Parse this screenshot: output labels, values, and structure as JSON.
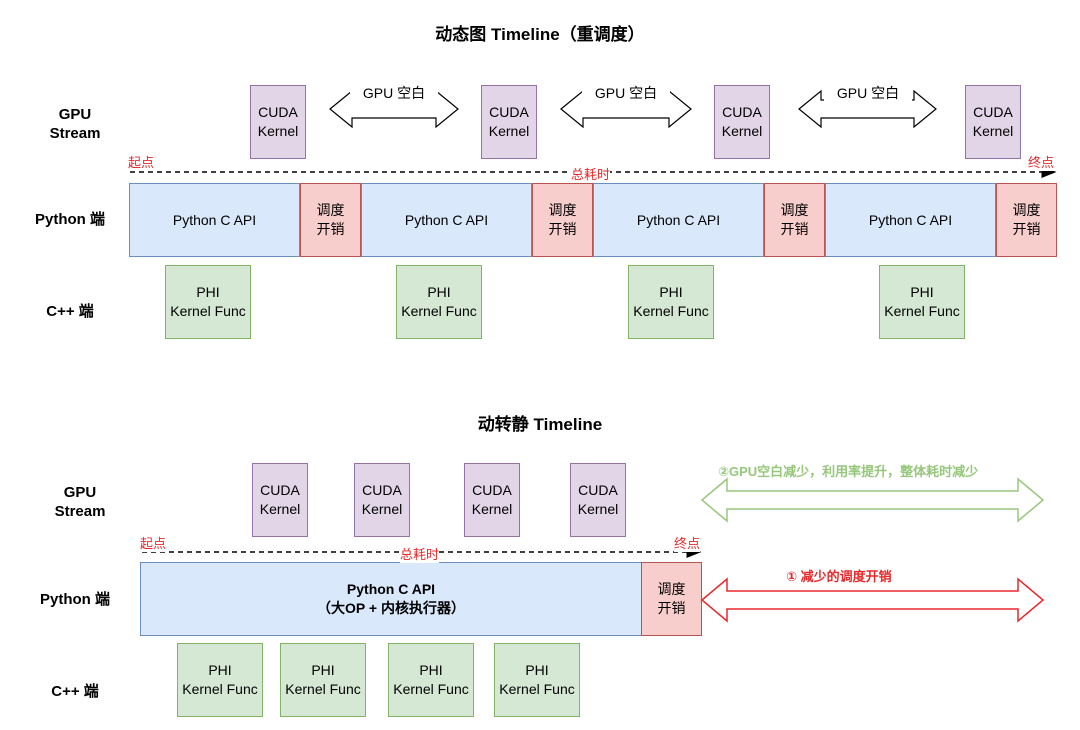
{
  "top": {
    "title": "动态图 Timeline（重调度）",
    "labels": {
      "gpu": "GPU\nStream",
      "python": "Python 端",
      "cpp": "C++ 端"
    },
    "cuda_label": "CUDA\nKernel",
    "gap_label": "GPU 空白",
    "start_label": "起点",
    "end_label": "终点",
    "total_label": "总耗时",
    "python_api_label": "Python C API",
    "sched_label": "调度\n开销",
    "phi_label": "PHI\nKernel Func"
  },
  "bottom": {
    "title": "动转静 Timeline",
    "labels": {
      "gpu": "GPU\nStream",
      "python": "Python 端",
      "cpp": "C++ 端"
    },
    "cuda_label": "CUDA\nKernel",
    "start_label": "起点",
    "end_label": "终点",
    "total_label": "总耗时",
    "python_api_label": "Python C API\n（大OP + 内核执行器）",
    "sched_label": "调度\n开销",
    "phi_label": "PHI\nKernel Func",
    "annotation_gpu": "②GPU空白减少，利用率提升，整体耗时减少",
    "annotation_sched": "① 减少的调度开销"
  },
  "colors": {
    "cuda_fill": "#e1d5e7",
    "cuda_stroke": "#9673a6",
    "phi_fill": "#d5e8d4",
    "phi_stroke": "#82b366",
    "python_fill": "#dae8fc",
    "python_stroke": "#6c8ebf",
    "sched_fill": "#f8cecc",
    "sched_stroke": "#b85450",
    "annotation_red": "#e8292b",
    "annotation_green": "#97c77c"
  }
}
